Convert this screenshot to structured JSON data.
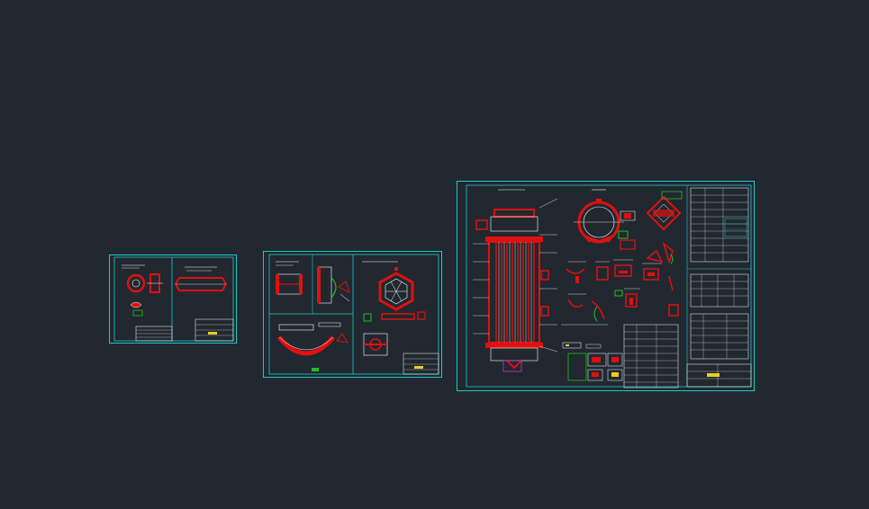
{
  "viewport": {
    "background": "#212830"
  },
  "colors": {
    "frame": "#1fc8c8",
    "part": "#e01010",
    "line": "#ffffff",
    "accent_green": "#20c020",
    "accent_yellow": "#e8d020",
    "accent_magenta": "#d030d0"
  },
  "sheets": [
    {
      "name": "drawing-sheet-small"
    },
    {
      "name": "drawing-sheet-medium"
    },
    {
      "name": "drawing-sheet-large"
    }
  ]
}
